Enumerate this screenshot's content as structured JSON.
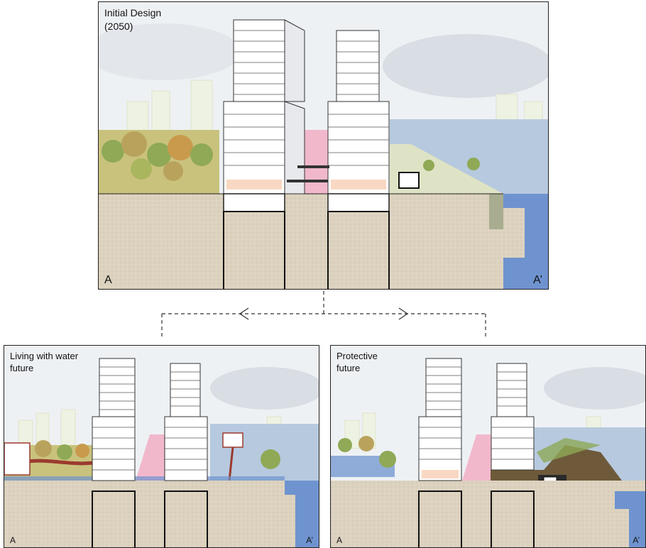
{
  "panels": {
    "initial": {
      "title": "Initial Design\n(2050)",
      "left_label": "A",
      "right_label": "A’"
    },
    "living": {
      "title": "Living with water\nfuture",
      "left_label": "A",
      "right_label": "A’"
    },
    "protective": {
      "title": "Protective\nfuture",
      "left_label": "A",
      "right_label": "A’"
    }
  },
  "colors": {
    "soil": "#dcd2bf",
    "water": "#6f93cf",
    "sky": "#eef1f4",
    "trees": "#b8b46a",
    "road_pink": "#f1b8cc",
    "dike_brown": "#6e5a3a",
    "building": "#ffffff"
  }
}
